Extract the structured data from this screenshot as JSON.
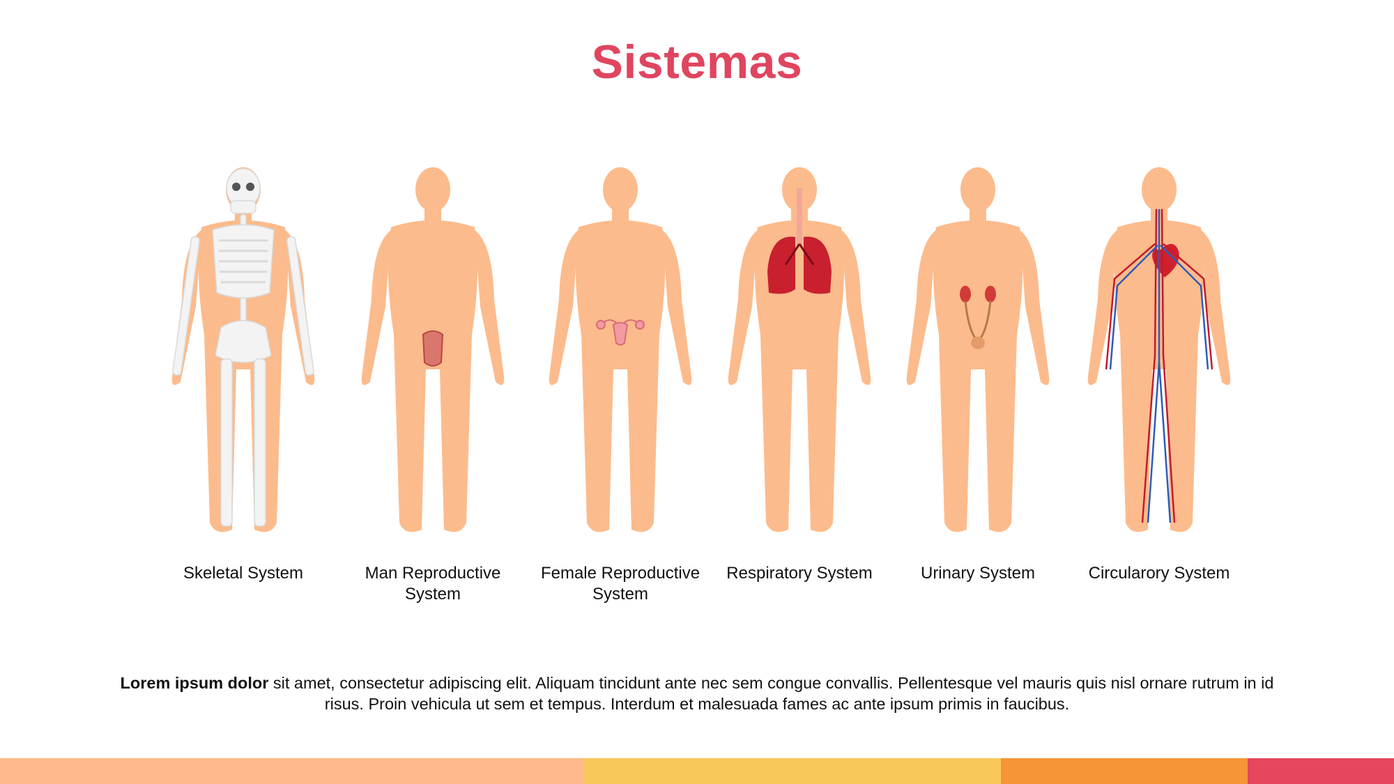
{
  "title": "Sistemas",
  "systems": [
    {
      "label": "Skeletal System",
      "icon": "skeleton-icon"
    },
    {
      "label": "Man Reproductive System",
      "icon": "male-reproductive-icon"
    },
    {
      "label": "Female Reproductive System",
      "icon": "female-reproductive-icon"
    },
    {
      "label": "Respiratory System",
      "icon": "lungs-icon"
    },
    {
      "label": "Urinary System",
      "icon": "kidneys-icon"
    },
    {
      "label": "Circularory System",
      "icon": "heart-vessels-icon"
    }
  ],
  "description": {
    "bold": "Lorem ipsum dolor",
    "rest": " sit amet, consectetur adipiscing elit. Aliquam tincidunt ante nec sem congue convallis. Pellentesque vel mauris quis nisl ornare rutrum in id risus. Proin vehicula ut sem et tempus. Interdum et malesuada fames ac ante ipsum primis in faucibus."
  },
  "colors": {
    "title": "#e0455f",
    "skin": "#fcbb8c",
    "bar": [
      "#fdb98a",
      "#f8c85a",
      "#f79438",
      "#e6475e"
    ]
  }
}
